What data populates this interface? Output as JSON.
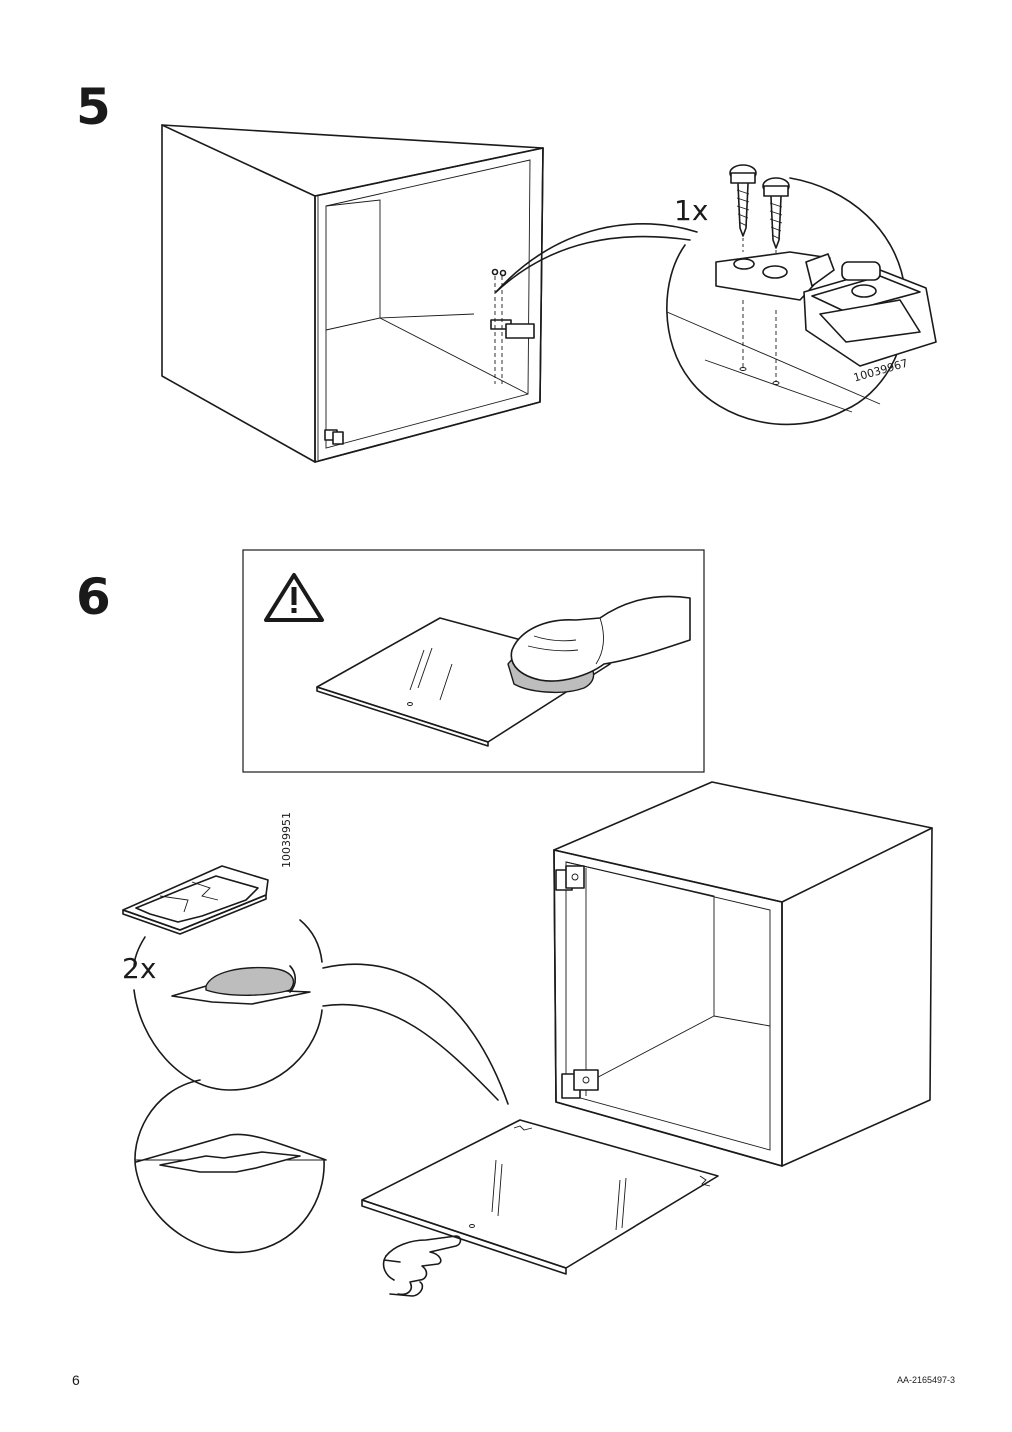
{
  "step5": {
    "number": "5",
    "quantity": "1x",
    "part_number": "10039967"
  },
  "step6": {
    "number": "6",
    "quantity": "2x",
    "part_number": "10039951",
    "warning_icon": "warning-triangle-icon"
  },
  "footer": {
    "page_number": "6",
    "document_code": "AA-2165497-3"
  }
}
